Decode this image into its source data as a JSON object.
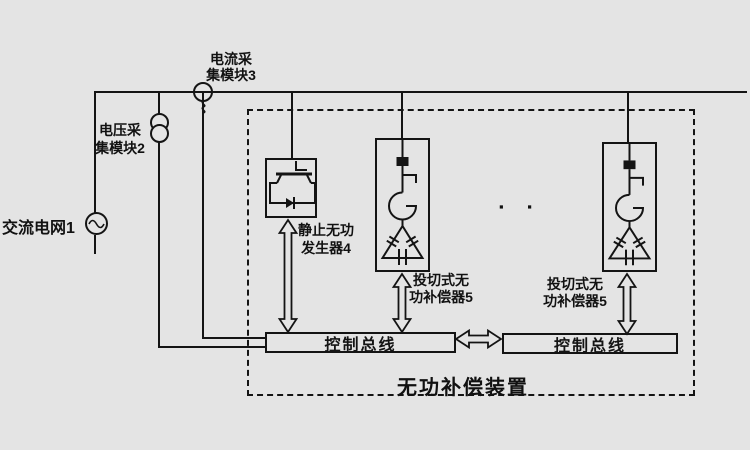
{
  "diagram": {
    "type": "block-diagram",
    "subject": "reactive power compensation system single-line diagram",
    "colors": {
      "background": "#e4e4e4",
      "line": "#141414"
    },
    "labels": {
      "ac_grid": "交流电网1",
      "voltage_module_1": "电压采",
      "voltage_module_2": "集模块2",
      "current_module_1": "电流采",
      "current_module_2": "集模块3",
      "svg_1": "静止无功",
      "svg_2": "发生器4",
      "comp1_1": "投切式无",
      "comp1_2": "功补偿器5",
      "comp2_1": "投切式无",
      "comp2_2": "功补偿器5",
      "control_bus_1": "控制总线",
      "control_bus_2": "控制总线",
      "device_boundary": "无功补偿装置",
      "more_units": "▪ ▪"
    }
  }
}
